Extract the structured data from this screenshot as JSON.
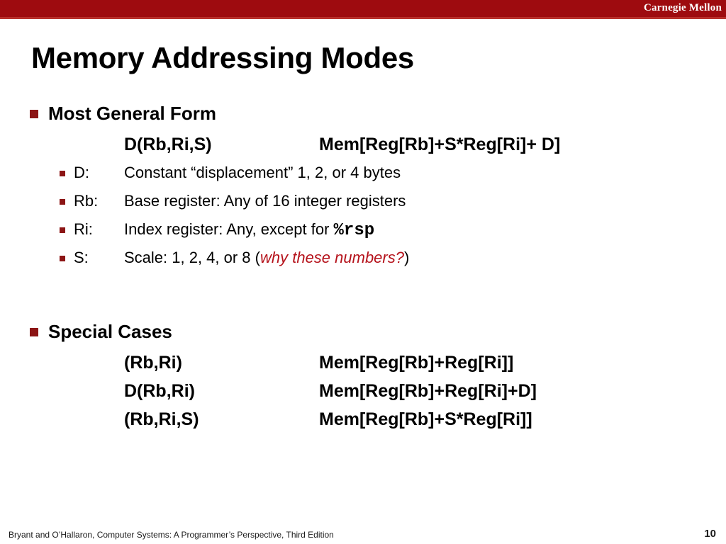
{
  "banner": {
    "institution": "Carnegie Mellon",
    "color": "#9E0B0F"
  },
  "slide": {
    "title": "Memory Addressing Modes",
    "page_number": "10",
    "footer": "Bryant and O’Hallaron, Computer Systems: A Programmer’s Perspective, Third Edition",
    "accent_color": "#8C1515",
    "highlight_color": "#B5121B"
  },
  "sections": {
    "general": {
      "heading": "Most General Form",
      "syntax": "D(Rb,Ri,S)",
      "meaning": "Mem[Reg[Rb]+S*Reg[Ri]+ D]",
      "params": [
        {
          "key": "D:",
          "desc": "Constant “displacement” 1, 2, or 4 bytes"
        },
        {
          "key": "Rb:",
          "desc": "Base register: Any of 16 integer registers"
        },
        {
          "key": "Ri:",
          "desc_before": "Index register: Any, except for ",
          "code": "%rsp"
        },
        {
          "key": "S:",
          "desc_before": "Scale: 1, 2, 4, or 8 (",
          "emphasis": "why these numbers?",
          "desc_after": ")"
        }
      ]
    },
    "special": {
      "heading": "Special Cases",
      "cases": [
        {
          "syntax": "(Rb,Ri)",
          "meaning": "Mem[Reg[Rb]+Reg[Ri]]"
        },
        {
          "syntax": "D(Rb,Ri)",
          "meaning": "Mem[Reg[Rb]+Reg[Ri]+D]"
        },
        {
          "syntax": "(Rb,Ri,S)",
          "meaning": "Mem[Reg[Rb]+S*Reg[Ri]]"
        }
      ]
    }
  }
}
